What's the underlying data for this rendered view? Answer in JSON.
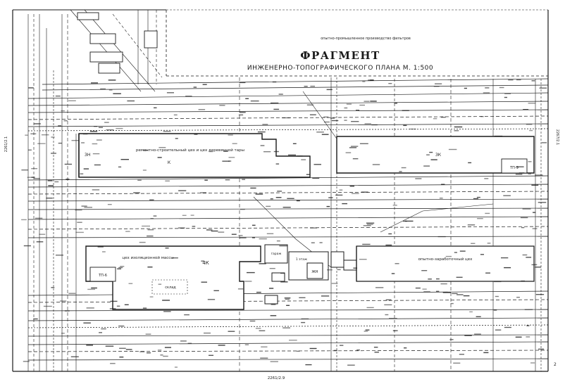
{
  "header": {
    "title": "ФРАГМЕНТ",
    "subtitle": "ИНЖЕНЕРНО-ТОПОГРАФИЧЕСКОГО ПЛАНА М. 1:500",
    "top_caption": "опытно-промышленное производство фильтров"
  },
  "buildings": [
    {
      "name": "ремонтно-строительный цех и цех деревянной тары",
      "code": "К"
    },
    {
      "name": "ЗН"
    },
    {
      "name": "ЗК"
    },
    {
      "name": "ТП-9"
    },
    {
      "name": "4К"
    },
    {
      "name": "цех изоляционной массы"
    },
    {
      "name": "ТП-6"
    },
    {
      "name": "склад"
    },
    {
      "name": "опытно-заработочный цех"
    },
    {
      "name": "ЖН"
    },
    {
      "name": "гараж"
    },
    {
      "name": "1 этаж"
    }
  ],
  "labels": {
    "left_margin": "2261/2.1",
    "right_margin": "2267/2.1",
    "bottom_margin": "2261/2.9",
    "right_bottom": "2"
  },
  "colors": {
    "ink": "#1a1a1a",
    "paper": "#ffffff"
  }
}
